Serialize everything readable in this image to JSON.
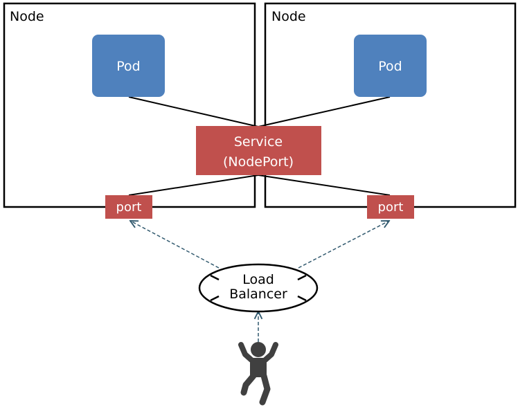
{
  "nodes": [
    {
      "label": "Node",
      "pod_label": "Pod",
      "port_label": "port"
    },
    {
      "label": "Node",
      "pod_label": "Pod",
      "port_label": "port"
    }
  ],
  "service": {
    "line1": "Service",
    "line2": "(NodePort)"
  },
  "load_balancer": {
    "line1": "Load",
    "line2": "Balancer"
  },
  "icons": {
    "user": "person-icon"
  },
  "colors": {
    "pod": "#4f81bd",
    "service": "#c0504d",
    "port": "#c0504d",
    "arrow": "#31596e",
    "outline": "#000000",
    "person": "#404040"
  }
}
